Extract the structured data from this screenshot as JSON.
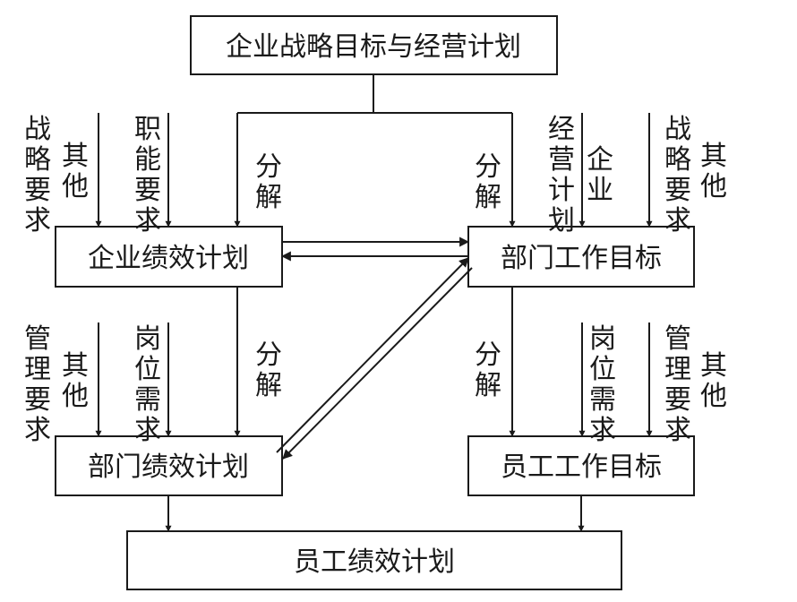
{
  "boxes": {
    "top": "企业战略目标与经营计划",
    "enterprise": "企业绩效计划",
    "department_goal": "部门工作目标",
    "department_plan": "部门绩效计划",
    "employee_goal": "员工工作目标",
    "employee_plan": "员工绩效计划"
  },
  "labels": {
    "decompose": "分解",
    "strategy_req": "战略要求",
    "other": "其他",
    "function_req": "职能要求",
    "business_plan": "经营计划",
    "enterprise": "企业",
    "management_req": "管理要求",
    "position_req": "岗位需求"
  },
  "colors": {
    "ink": "#1a1a1a",
    "background": "#ffffff"
  }
}
